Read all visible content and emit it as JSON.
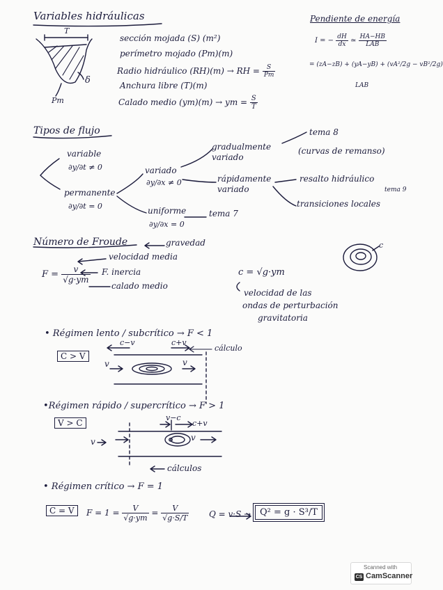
{
  "sections": {
    "variables": {
      "heading": "Variables hidráulicas",
      "fig_T": "T",
      "fig_delta": "δ",
      "fig_Pm": "Pm",
      "lines": [
        "sección mojada (S) (m²)",
        "perímetro mojado (Pm)(m)",
        "Radio hidráulico (RH)(m) → RH =",
        "Anchura libre (T)(m)",
        "Calado medio (ym)(m) → ym ="
      ],
      "rh_num": "S",
      "rh_den": "Pm",
      "ym_num": "S",
      "ym_den": "T"
    },
    "pendiente": {
      "heading": "Pendiente de energía",
      "formula1": "I = −",
      "dh_num": "dH",
      "dh_den": "dx",
      "ha_num": "HA−HB",
      "ha_den": "LAB",
      "formula2": "= (zA−zB) + (yA−yB) + (vA²/2g − vB²/2g)",
      "formula2_den": "LAB"
    },
    "flujo": {
      "heading": "Tipos de flujo",
      "variable": "variable",
      "variable_cond": "∂y/∂t ≠ 0",
      "permanente": "permanente",
      "permanente_cond": "∂y/∂t = 0",
      "variado": "variado",
      "variado_cond": "∂y/∂x ≠ 0",
      "uniforme": "uniforme",
      "uniforme_cond": "∂y/∂x = 0",
      "gradual": "gradualmente variado",
      "rapid": "rápidamente variado",
      "tema8": "tema 8",
      "remanso": "(curvas de remanso)",
      "resalto": "resalto hidráulico",
      "transiciones": "transiciones locales",
      "tema9": "tema 9",
      "tema7": "tema 7"
    },
    "froude": {
      "heading": "Número de Froude",
      "gravedad": "gravedad",
      "velocidad": "velocidad media",
      "inercia": "F. inercia",
      "calado": "calado medio",
      "F_eq": "F =",
      "F_num": "v",
      "F_den": "√g·ym",
      "c_eq": "c = √g·ym",
      "c_desc1": "velocidad de las",
      "c_desc2": "ondas de perturbación",
      "c_desc3": "gravitatoria",
      "c_label": "c"
    },
    "lento": {
      "title": "• Régimen lento / subcrítico → F < 1",
      "box": "C > V",
      "c_minus_v": "c−v",
      "c_plus_v": "c+v",
      "calculo": "cálculo",
      "v_left": "v",
      "v_right": "v"
    },
    "rapido": {
      "title": "•Régimen rápido / supercrítico → F > 1",
      "box": "V > C",
      "v_minus_c": "v−c",
      "c_plus_v": "c+v",
      "calculos": "cálculos",
      "v_left": "v",
      "v_right": "v"
    },
    "critico": {
      "title": "• Régimen crítico → F = 1",
      "box": "C = V",
      "eq1": "F = 1 =",
      "f1_num": "V",
      "f1_den": "√g·ym",
      "eq_mid": "=",
      "f2_num": "V",
      "f2_den": "√g·S/T",
      "q_eq": "Q = v·S →",
      "q_box": "Q² = g · S³/T"
    }
  },
  "badge": {
    "scanned": "Scanned with",
    "logo": "CS",
    "name": "CamScanner"
  }
}
